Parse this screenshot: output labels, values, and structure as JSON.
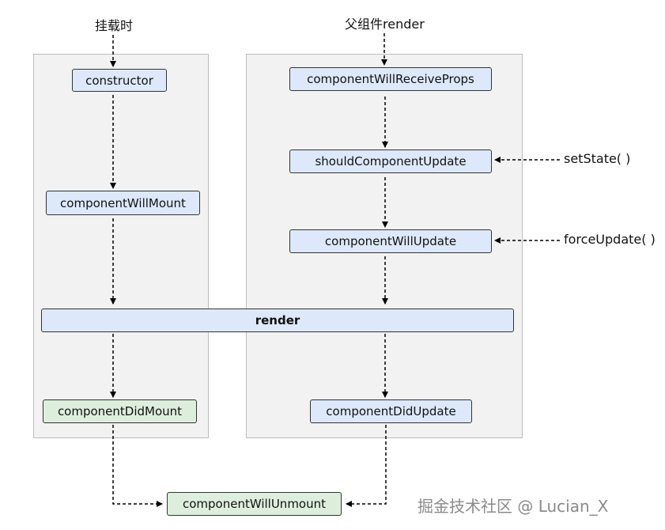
{
  "labels": {
    "mount_trigger": "挂载时",
    "update_trigger": "父组件render",
    "set_state": "setState( )",
    "force_update": "forceUpdate( )"
  },
  "nodes": {
    "constructor": "constructor",
    "component_will_mount": "componentWillMount",
    "render": "render",
    "component_did_mount": "componentDidMount",
    "component_will_receive_props": "componentWillReceiveProps",
    "should_component_update": "shouldComponentUpdate",
    "component_will_update": "componentWillUpdate",
    "component_did_update": "componentDidUpdate",
    "component_will_unmount": "componentWillUnmount"
  },
  "watermark": "掘金技术社区 @ Lucian_X",
  "colors": {
    "lifecycle_node": "#dde9fb",
    "terminal_node": "#deeedd",
    "panel": "#f2f2f2"
  }
}
